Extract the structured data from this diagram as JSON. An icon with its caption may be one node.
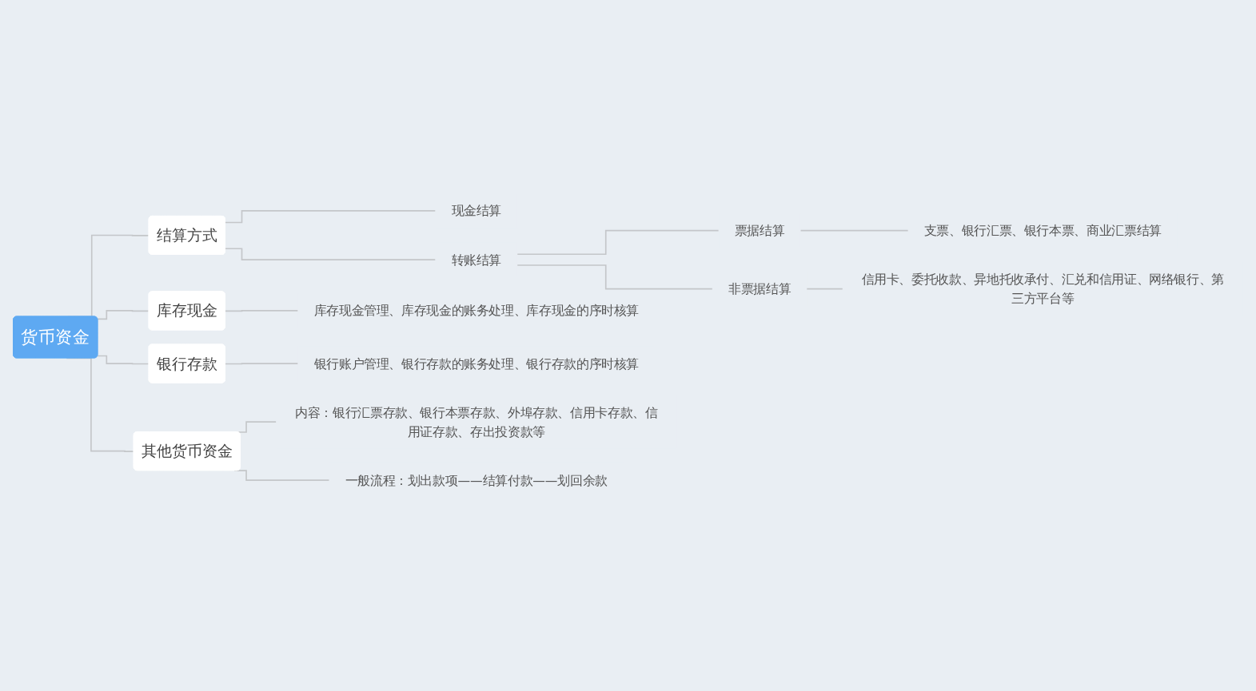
{
  "diagram": {
    "nodes": [
      {
        "text": [
          "货币资金"
        ]
      },
      {
        "text": [
          "结算方式"
        ]
      },
      {
        "text": [
          "现金结算"
        ]
      },
      {
        "text": [
          "转账结算"
        ]
      },
      {
        "text": [
          "票据结算"
        ]
      },
      {
        "text": [
          "支票、银行汇票、银行本票、商业汇票结算"
        ]
      },
      {
        "text": [
          "非票据结算"
        ]
      },
      {
        "text": [
          "信用卡、委托收款、异地托收承付、汇兑和信用证、网络银行、第三方平台等"
        ]
      },
      {
        "text": [
          "库存现金"
        ]
      },
      {
        "text": [
          "库存现金管理、库存现金的账务处理、库存现金的序时核算"
        ]
      },
      {
        "text": [
          "银行存款"
        ]
      },
      {
        "text": [
          "银行账户管理、银行存款的账务处理、银行存款的序时核算"
        ]
      },
      {
        "text": [
          "其他货币资金"
        ]
      },
      {
        "text": [
          "内容：银行汇票存款、银行本票存款、外埠存款、信用卡存款、信用证存款、存出投资款等"
        ]
      },
      {
        "text": [
          "一般流程：划出款项——结算付款——划回余款"
        ]
      }
    ],
    "edges": [
      {
        "from": 0,
        "to": 1,
        "arrow": "none"
      },
      {
        "from": 1,
        "to": 2,
        "arrow": "none"
      },
      {
        "from": 1,
        "to": 3,
        "arrow": "none"
      },
      {
        "from": 3,
        "to": 4,
        "arrow": "none"
      },
      {
        "from": 4,
        "to": 5,
        "arrow": "none"
      },
      {
        "from": 3,
        "to": 6,
        "arrow": "none"
      },
      {
        "from": 6,
        "to": 7,
        "arrow": "none"
      },
      {
        "from": 0,
        "to": 8,
        "arrow": "none"
      },
      {
        "from": 8,
        "to": 9,
        "arrow": "none"
      },
      {
        "from": 0,
        "to": 10,
        "arrow": "none"
      },
      {
        "from": 10,
        "to": 11,
        "arrow": "none"
      },
      {
        "from": 0,
        "to": 12,
        "arrow": "none"
      },
      {
        "from": 12,
        "to": 13,
        "arrow": "none"
      },
      {
        "from": 12,
        "to": 14,
        "arrow": "none"
      }
    ]
  }
}
